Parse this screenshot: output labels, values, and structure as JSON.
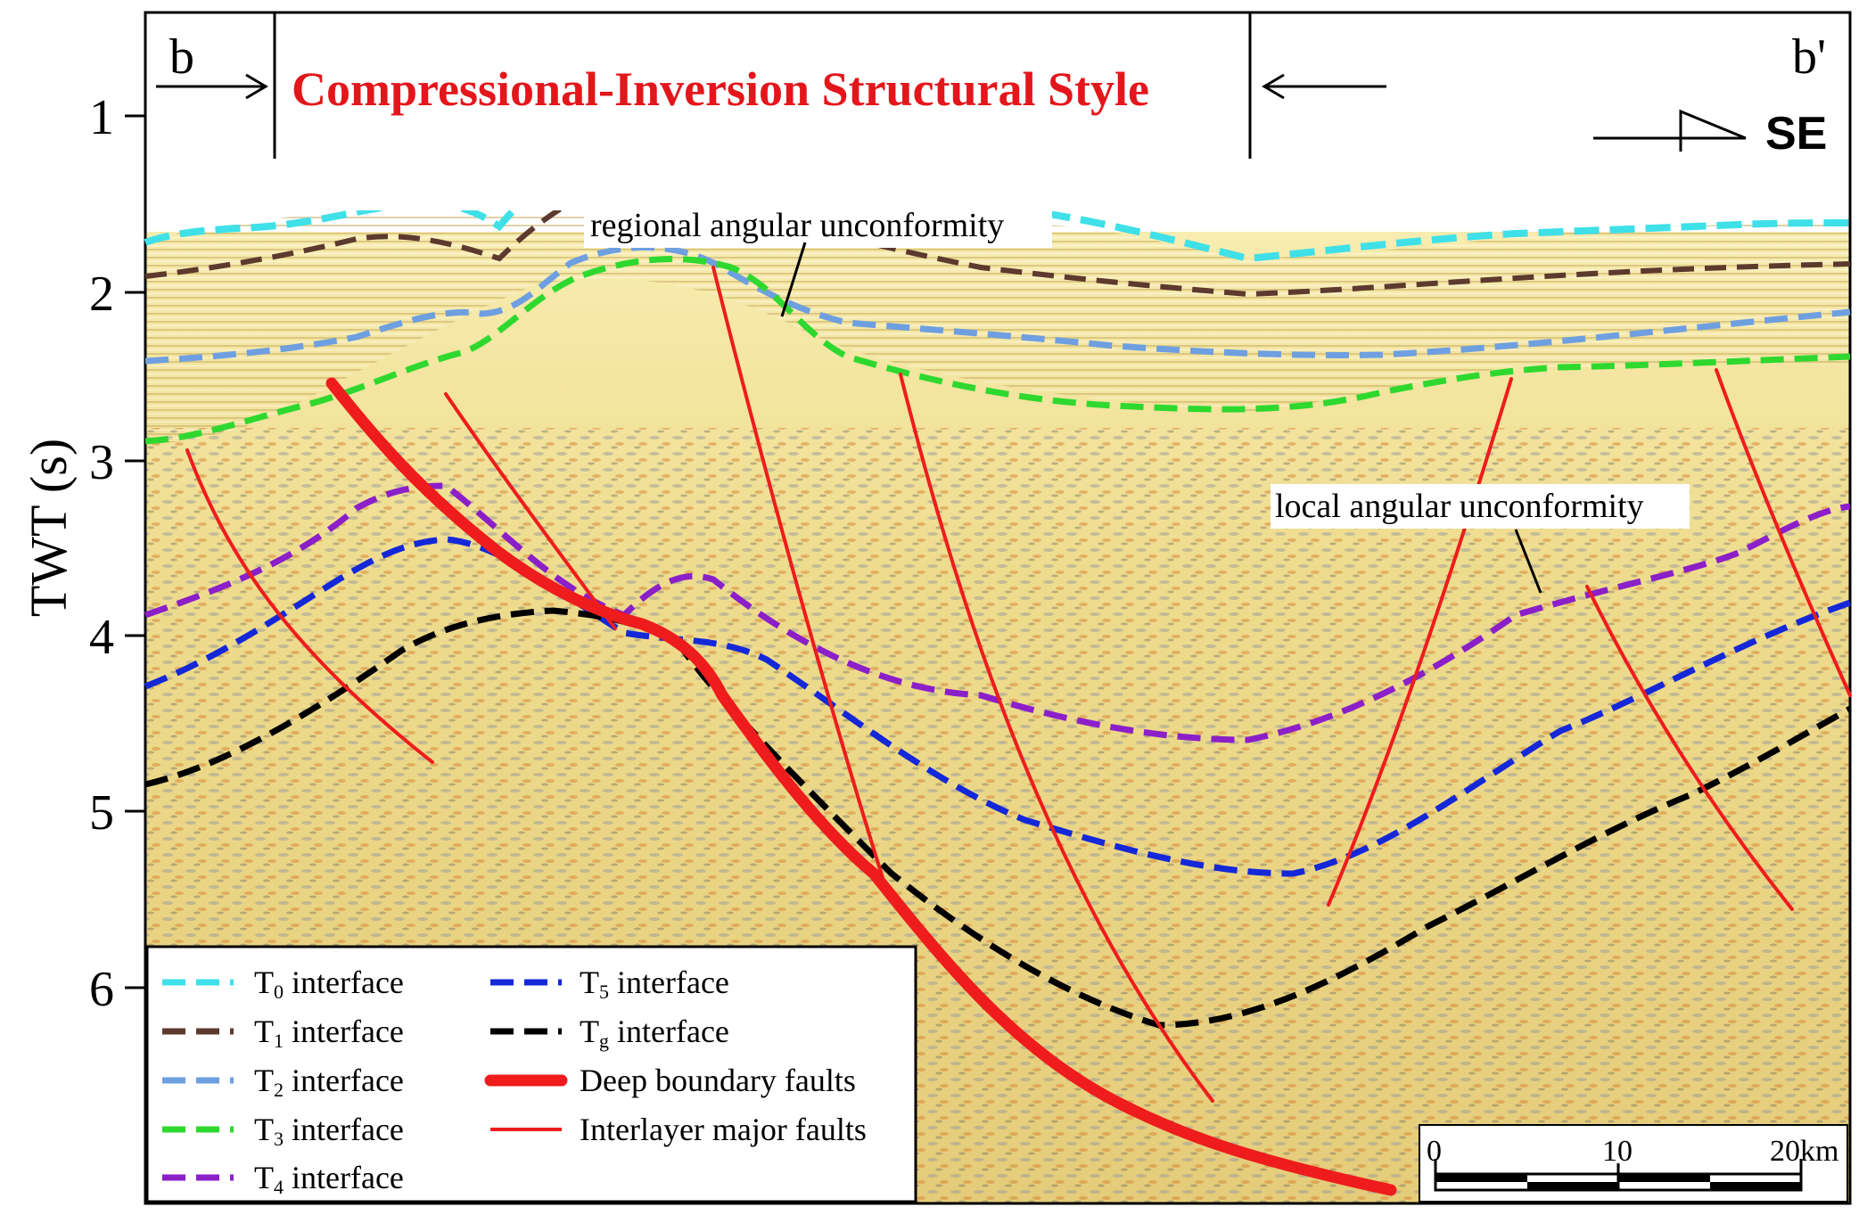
{
  "header": {
    "title": "Compressional-Inversion Structural Style",
    "left_end": "b",
    "right_end": "b'",
    "direction": "SE"
  },
  "axis": {
    "ylabel": "TWT (s)",
    "yticks": [
      "1",
      "2",
      "3",
      "4",
      "5",
      "6"
    ]
  },
  "annotations": {
    "regional": "regional angular unconformity",
    "local": "local angular unconformity"
  },
  "legend": {
    "items": [
      {
        "main": "T",
        "sub": "0",
        "rest": " interface",
        "color": "#3fe0e8",
        "style": "dash"
      },
      {
        "main": "T",
        "sub": "1",
        "rest": " interface",
        "color": "#5c3a2e",
        "style": "dash"
      },
      {
        "main": "T",
        "sub": "2",
        "rest": " interface",
        "color": "#6e9fe0",
        "style": "dash"
      },
      {
        "main": "T",
        "sub": "3",
        "rest": " interface",
        "color": "#2fd82f",
        "style": "dash"
      },
      {
        "main": "T",
        "sub": "4",
        "rest": " interface",
        "color": "#8b1fc8",
        "style": "dash"
      },
      {
        "main": "T",
        "sub": "5",
        "rest": " interface",
        "color": "#1428d8",
        "style": "dash"
      },
      {
        "main": "T",
        "sub": "g",
        "rest": " interface",
        "color": "#000000",
        "style": "dash"
      },
      {
        "main": "Deep boundary faults",
        "sub": "",
        "rest": "",
        "color": "#ee1c1c",
        "style": "thick"
      },
      {
        "main": "Interlayer major faults",
        "sub": "",
        "rest": "",
        "color": "#ee1c1c",
        "style": "thin"
      }
    ]
  },
  "scale_bar": {
    "labels": [
      "0",
      "10",
      "20km"
    ]
  }
}
